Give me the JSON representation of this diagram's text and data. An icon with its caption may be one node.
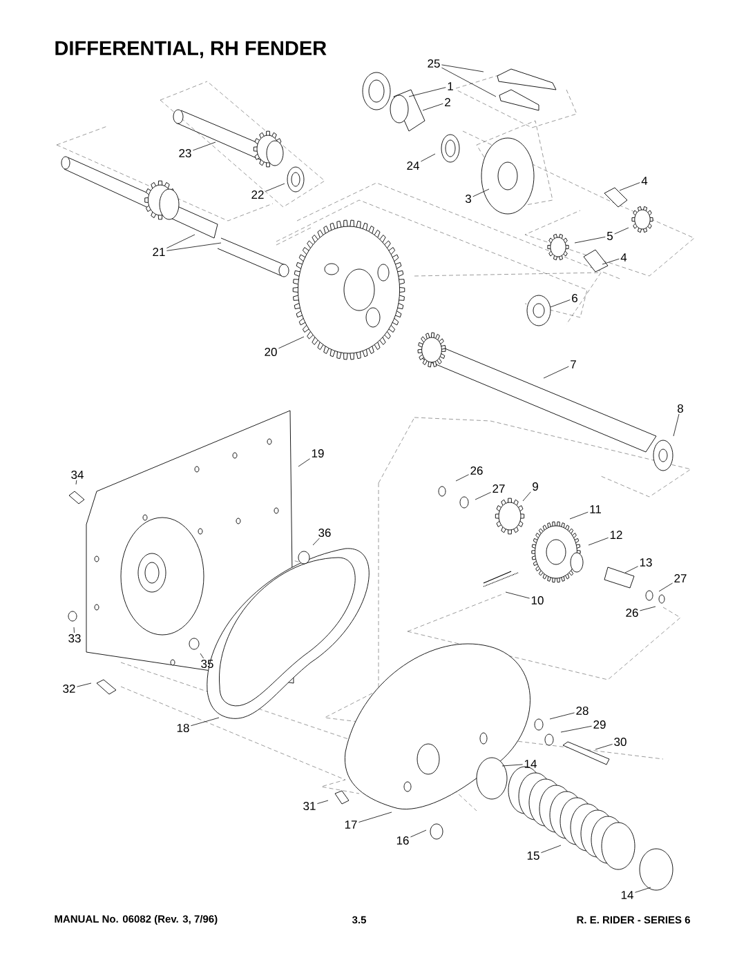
{
  "diagram": {
    "title": "DIFFERENTIAL, RH FENDER",
    "nodes": [
      {
        "text": [
          "1"
        ]
      },
      {
        "text": [
          "25"
        ]
      },
      {
        "text": [
          "2"
        ]
      },
      {
        "text": [
          "23"
        ]
      },
      {
        "text": [
          "24"
        ]
      },
      {
        "text": [
          "22"
        ]
      },
      {
        "text": [
          "4"
        ]
      },
      {
        "text": [
          "3"
        ]
      },
      {
        "text": [
          "5"
        ]
      },
      {
        "text": [
          "21"
        ]
      },
      {
        "text": [
          "4"
        ]
      },
      {
        "text": [
          "6"
        ]
      },
      {
        "text": [
          "20"
        ]
      },
      {
        "text": [
          "7"
        ]
      },
      {
        "text": [
          "8"
        ]
      },
      {
        "text": [
          "19"
        ]
      },
      {
        "text": [
          "34"
        ]
      },
      {
        "text": [
          "26"
        ]
      },
      {
        "text": [
          "27"
        ]
      },
      {
        "text": [
          "9"
        ]
      },
      {
        "text": [
          "11"
        ]
      },
      {
        "text": [
          "36"
        ]
      },
      {
        "text": [
          "12"
        ]
      },
      {
        "text": [
          "13"
        ]
      },
      {
        "text": [
          "27"
        ]
      },
      {
        "text": [
          "10"
        ]
      },
      {
        "text": [
          "26"
        ]
      },
      {
        "text": [
          "33"
        ]
      },
      {
        "text": [
          "35"
        ]
      },
      {
        "text": [
          "32"
        ]
      },
      {
        "text": [
          "28"
        ]
      },
      {
        "text": [
          "29"
        ]
      },
      {
        "text": [
          "18"
        ]
      },
      {
        "text": [
          "30"
        ]
      },
      {
        "text": [
          "14"
        ]
      },
      {
        "text": [
          "31"
        ]
      },
      {
        "text": [
          "17"
        ]
      },
      {
        "text": [
          "16"
        ]
      },
      {
        "text": [
          "15"
        ]
      },
      {
        "text": [
          "14"
        ]
      }
    ],
    "edges": [
      {
        "from": 0,
        "to": null,
        "arrow": "none"
      },
      {
        "from": 1,
        "to": null,
        "arrow": "none"
      },
      {
        "from": 1,
        "to": null,
        "arrow": "none"
      },
      {
        "from": 2,
        "to": null,
        "arrow": "none"
      },
      {
        "from": 3,
        "to": null,
        "arrow": "none"
      },
      {
        "from": 4,
        "to": null,
        "arrow": "none"
      },
      {
        "from": 5,
        "to": null,
        "arrow": "none"
      },
      {
        "from": 6,
        "to": null,
        "arrow": "none"
      },
      {
        "from": 7,
        "to": null,
        "arrow": "none"
      },
      {
        "from": 8,
        "to": null,
        "arrow": "none"
      },
      {
        "from": 8,
        "to": null,
        "arrow": "none"
      },
      {
        "from": 9,
        "to": null,
        "arrow": "none"
      },
      {
        "from": 9,
        "to": null,
        "arrow": "none"
      },
      {
        "from": 10,
        "to": null,
        "arrow": "none"
      },
      {
        "from": 11,
        "to": null,
        "arrow": "none"
      },
      {
        "from": 12,
        "to": null,
        "arrow": "none"
      },
      {
        "from": 13,
        "to": null,
        "arrow": "none"
      },
      {
        "from": 14,
        "to": null,
        "arrow": "none"
      },
      {
        "from": 15,
        "to": null,
        "arrow": "none"
      },
      {
        "from": 16,
        "to": null,
        "arrow": "none"
      },
      {
        "from": 17,
        "to": null,
        "arrow": "none"
      },
      {
        "from": 18,
        "to": null,
        "arrow": "none"
      },
      {
        "from": 19,
        "to": null,
        "arrow": "none"
      },
      {
        "from": 20,
        "to": null,
        "arrow": "none"
      },
      {
        "from": 21,
        "to": null,
        "arrow": "none"
      },
      {
        "from": 22,
        "to": null,
        "arrow": "none"
      },
      {
        "from": 23,
        "to": null,
        "arrow": "none"
      },
      {
        "from": 24,
        "to": null,
        "arrow": "none"
      },
      {
        "from": 25,
        "to": null,
        "arrow": "none"
      },
      {
        "from": 26,
        "to": null,
        "arrow": "none"
      },
      {
        "from": 27,
        "to": null,
        "arrow": "none"
      },
      {
        "from": 28,
        "to": null,
        "arrow": "none"
      },
      {
        "from": 29,
        "to": null,
        "arrow": "none"
      },
      {
        "from": 30,
        "to": null,
        "arrow": "none"
      },
      {
        "from": 31,
        "to": null,
        "arrow": "none"
      },
      {
        "from": 32,
        "to": null,
        "arrow": "none"
      },
      {
        "from": 33,
        "to": null,
        "arrow": "none"
      },
      {
        "from": 34,
        "to": null,
        "arrow": "none"
      },
      {
        "from": 35,
        "to": null,
        "arrow": "none"
      },
      {
        "from": 36,
        "to": null,
        "arrow": "none"
      },
      {
        "from": 37,
        "to": null,
        "arrow": "none"
      },
      {
        "from": 38,
        "to": null,
        "arrow": "none"
      },
      {
        "from": 39,
        "to": null,
        "arrow": "none"
      }
    ],
    "labels": [
      "MANUAL No. 06082 (Rev. 3, 7/96)",
      "3.5",
      "R. E. RIDER - SERIES 6"
    ]
  }
}
